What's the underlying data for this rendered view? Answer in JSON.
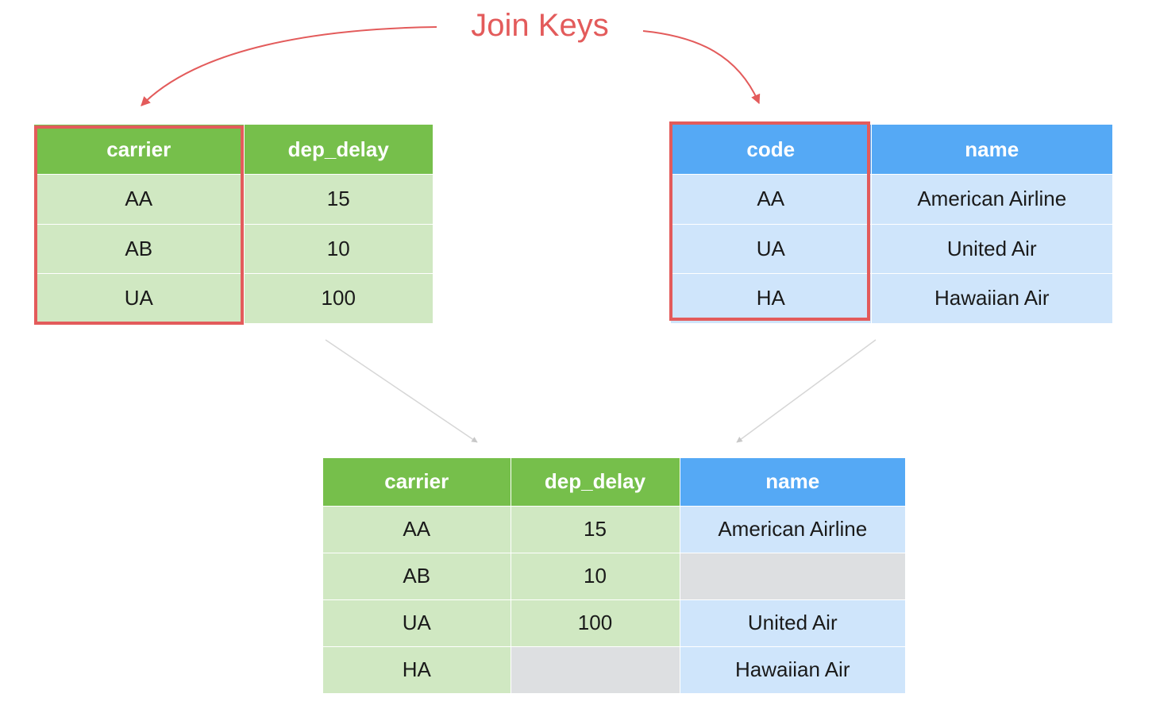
{
  "title": "Join Keys",
  "colors": {
    "accent_red": "#e35b5b",
    "left_header": "#76bf4b",
    "left_cell": "#d0e8c2",
    "right_header": "#55a9f5",
    "right_cell": "#cfe5fb",
    "missing_cell": "#dddfe1"
  },
  "left_table": {
    "headers": [
      "carrier",
      "dep_delay"
    ],
    "rows": [
      [
        "AA",
        "15"
      ],
      [
        "AB",
        "10"
      ],
      [
        "UA",
        "100"
      ]
    ]
  },
  "right_table": {
    "headers": [
      "code",
      "name"
    ],
    "rows": [
      [
        "AA",
        "American Airline"
      ],
      [
        "UA",
        "United Air"
      ],
      [
        "HA",
        "Hawaiian Air"
      ]
    ]
  },
  "result_table": {
    "headers": [
      "carrier",
      "dep_delay",
      "name"
    ],
    "rows": [
      [
        "AA",
        "15",
        "American Airline"
      ],
      [
        "AB",
        "10",
        ""
      ],
      [
        "UA",
        "100",
        "United Air"
      ],
      [
        "HA",
        "",
        "Hawaiian Air"
      ]
    ]
  }
}
